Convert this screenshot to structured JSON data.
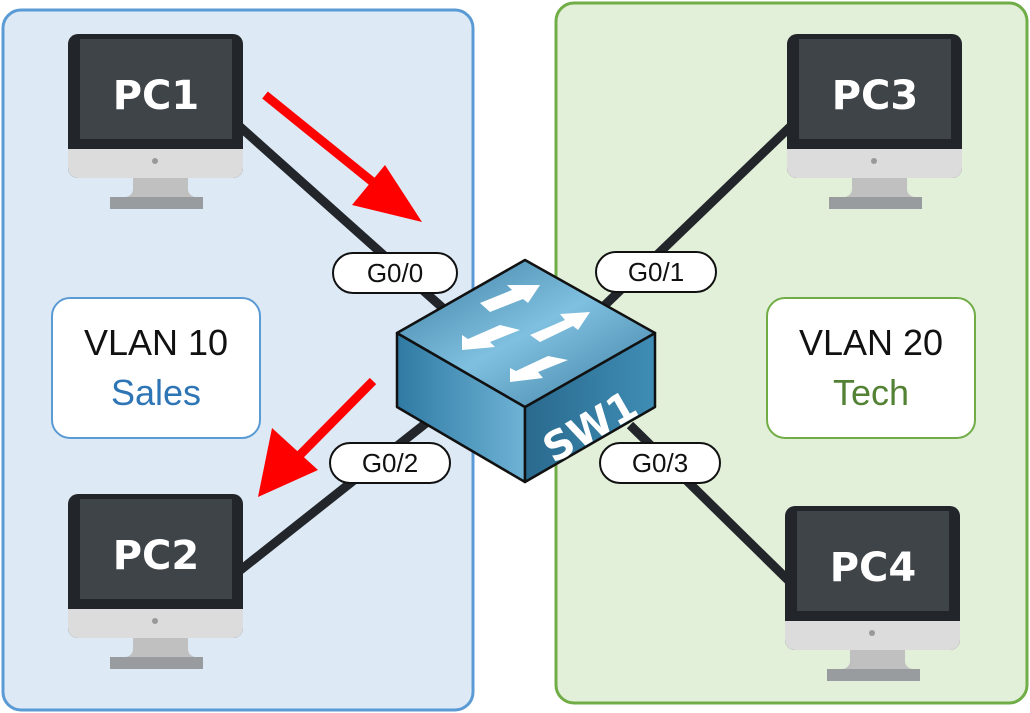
{
  "zones": [
    {
      "vlan": "VLAN 10",
      "name": "Sales",
      "color": "#2e75b6",
      "fill": "#dde9f5",
      "stroke": "#5b9bd5"
    },
    {
      "vlan": "VLAN 20",
      "name": "Tech",
      "color": "#548235",
      "fill": "#e2efd9",
      "stroke": "#70ad47"
    }
  ],
  "devices": {
    "pc1": "PC1",
    "pc2": "PC2",
    "pc3": "PC3",
    "pc4": "PC4",
    "switch": "SW1"
  },
  "ports": {
    "g00": "G0/0",
    "g01": "G0/1",
    "g02": "G0/2",
    "g03": "G0/3"
  },
  "arrow_color": "#ff0000"
}
